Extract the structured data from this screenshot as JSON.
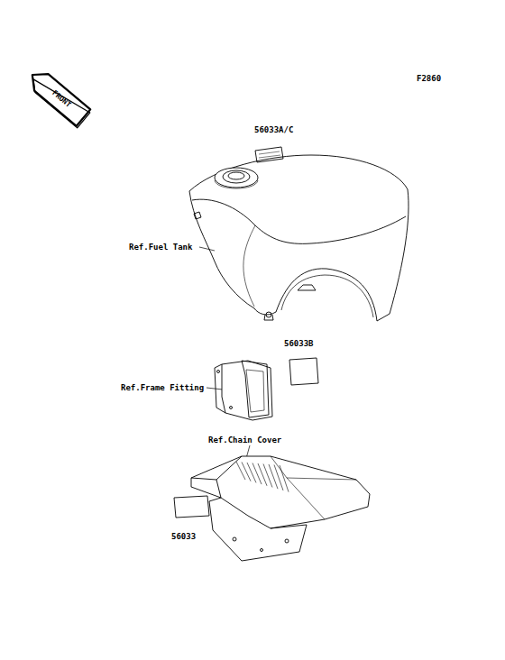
{
  "diagram": {
    "labels": [
      "F2860",
      "FRONT",
      "56033A/C",
      "Ref.Fuel Tank",
      "56033B",
      "Ref.Frame Fitting",
      "Ref.Chain Cover",
      "56033"
    ]
  }
}
